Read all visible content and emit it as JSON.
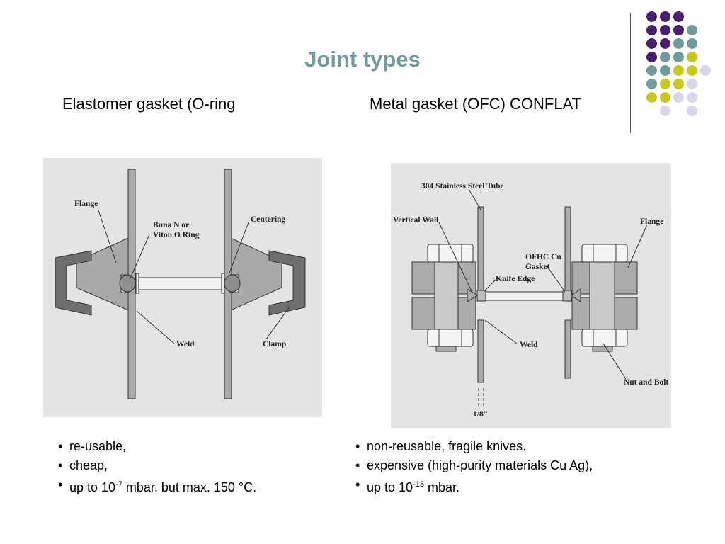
{
  "slide": {
    "title": "Joint types",
    "left_heading": "Elastomer  gasket (O-ring",
    "right_heading": "Metal gasket (OFC) CONFLAT"
  },
  "decoration": {
    "dot_colors": {
      "purple": "#4a1e6f",
      "teal": "#6f9b9c",
      "yellow": "#c8c81e",
      "lavender": "#d8d6e8"
    },
    "dot_grid": [
      [
        "purple",
        "purple",
        "purple",
        null,
        null
      ],
      [
        "purple",
        "purple",
        "purple",
        "teal",
        null
      ],
      [
        "purple",
        "purple",
        "teal",
        "teal",
        null
      ],
      [
        "purple",
        "teal",
        "teal",
        "yellow",
        null
      ],
      [
        "teal",
        "teal",
        "yellow",
        "yellow",
        "lavender"
      ],
      [
        "teal",
        "yellow",
        "yellow",
        "lavender",
        null
      ],
      [
        "yellow",
        "yellow",
        "lavender",
        "lavender",
        null
      ],
      [
        null,
        "lavender",
        null,
        "lavender",
        null
      ]
    ]
  },
  "diagram_left": {
    "labels": {
      "flange": "Flange",
      "oring_1": "Buna N or",
      "oring_2": "Viton O Ring",
      "centering": "Centering",
      "weld": "Weld",
      "clamp": "Clamp"
    }
  },
  "diagram_right": {
    "labels": {
      "tube": "304 Stainless Steel Tube",
      "wall": "Vertical Wall",
      "flange": "Flange",
      "gasket_1": "OFHC Cu",
      "gasket_2": "Gasket",
      "knife": "Knife Edge",
      "weld": "Weld",
      "bolt": "Nut and Bolt",
      "dim": "1/8\""
    }
  },
  "left_bullets": {
    "b1": "re-usable,",
    "b2": "cheap,",
    "b3_pre": "up to 10",
    "b3_sup": "-7",
    "b3_post": " mbar, but max. 150 °C."
  },
  "right_bullets": {
    "b1": "non-reusable,  fragile knives.",
    "b2": "expensive (high-purity materials Cu Ag),",
    "b3_pre": "up to 10",
    "b3_sup": "-13",
    "b3_post": " mbar."
  }
}
